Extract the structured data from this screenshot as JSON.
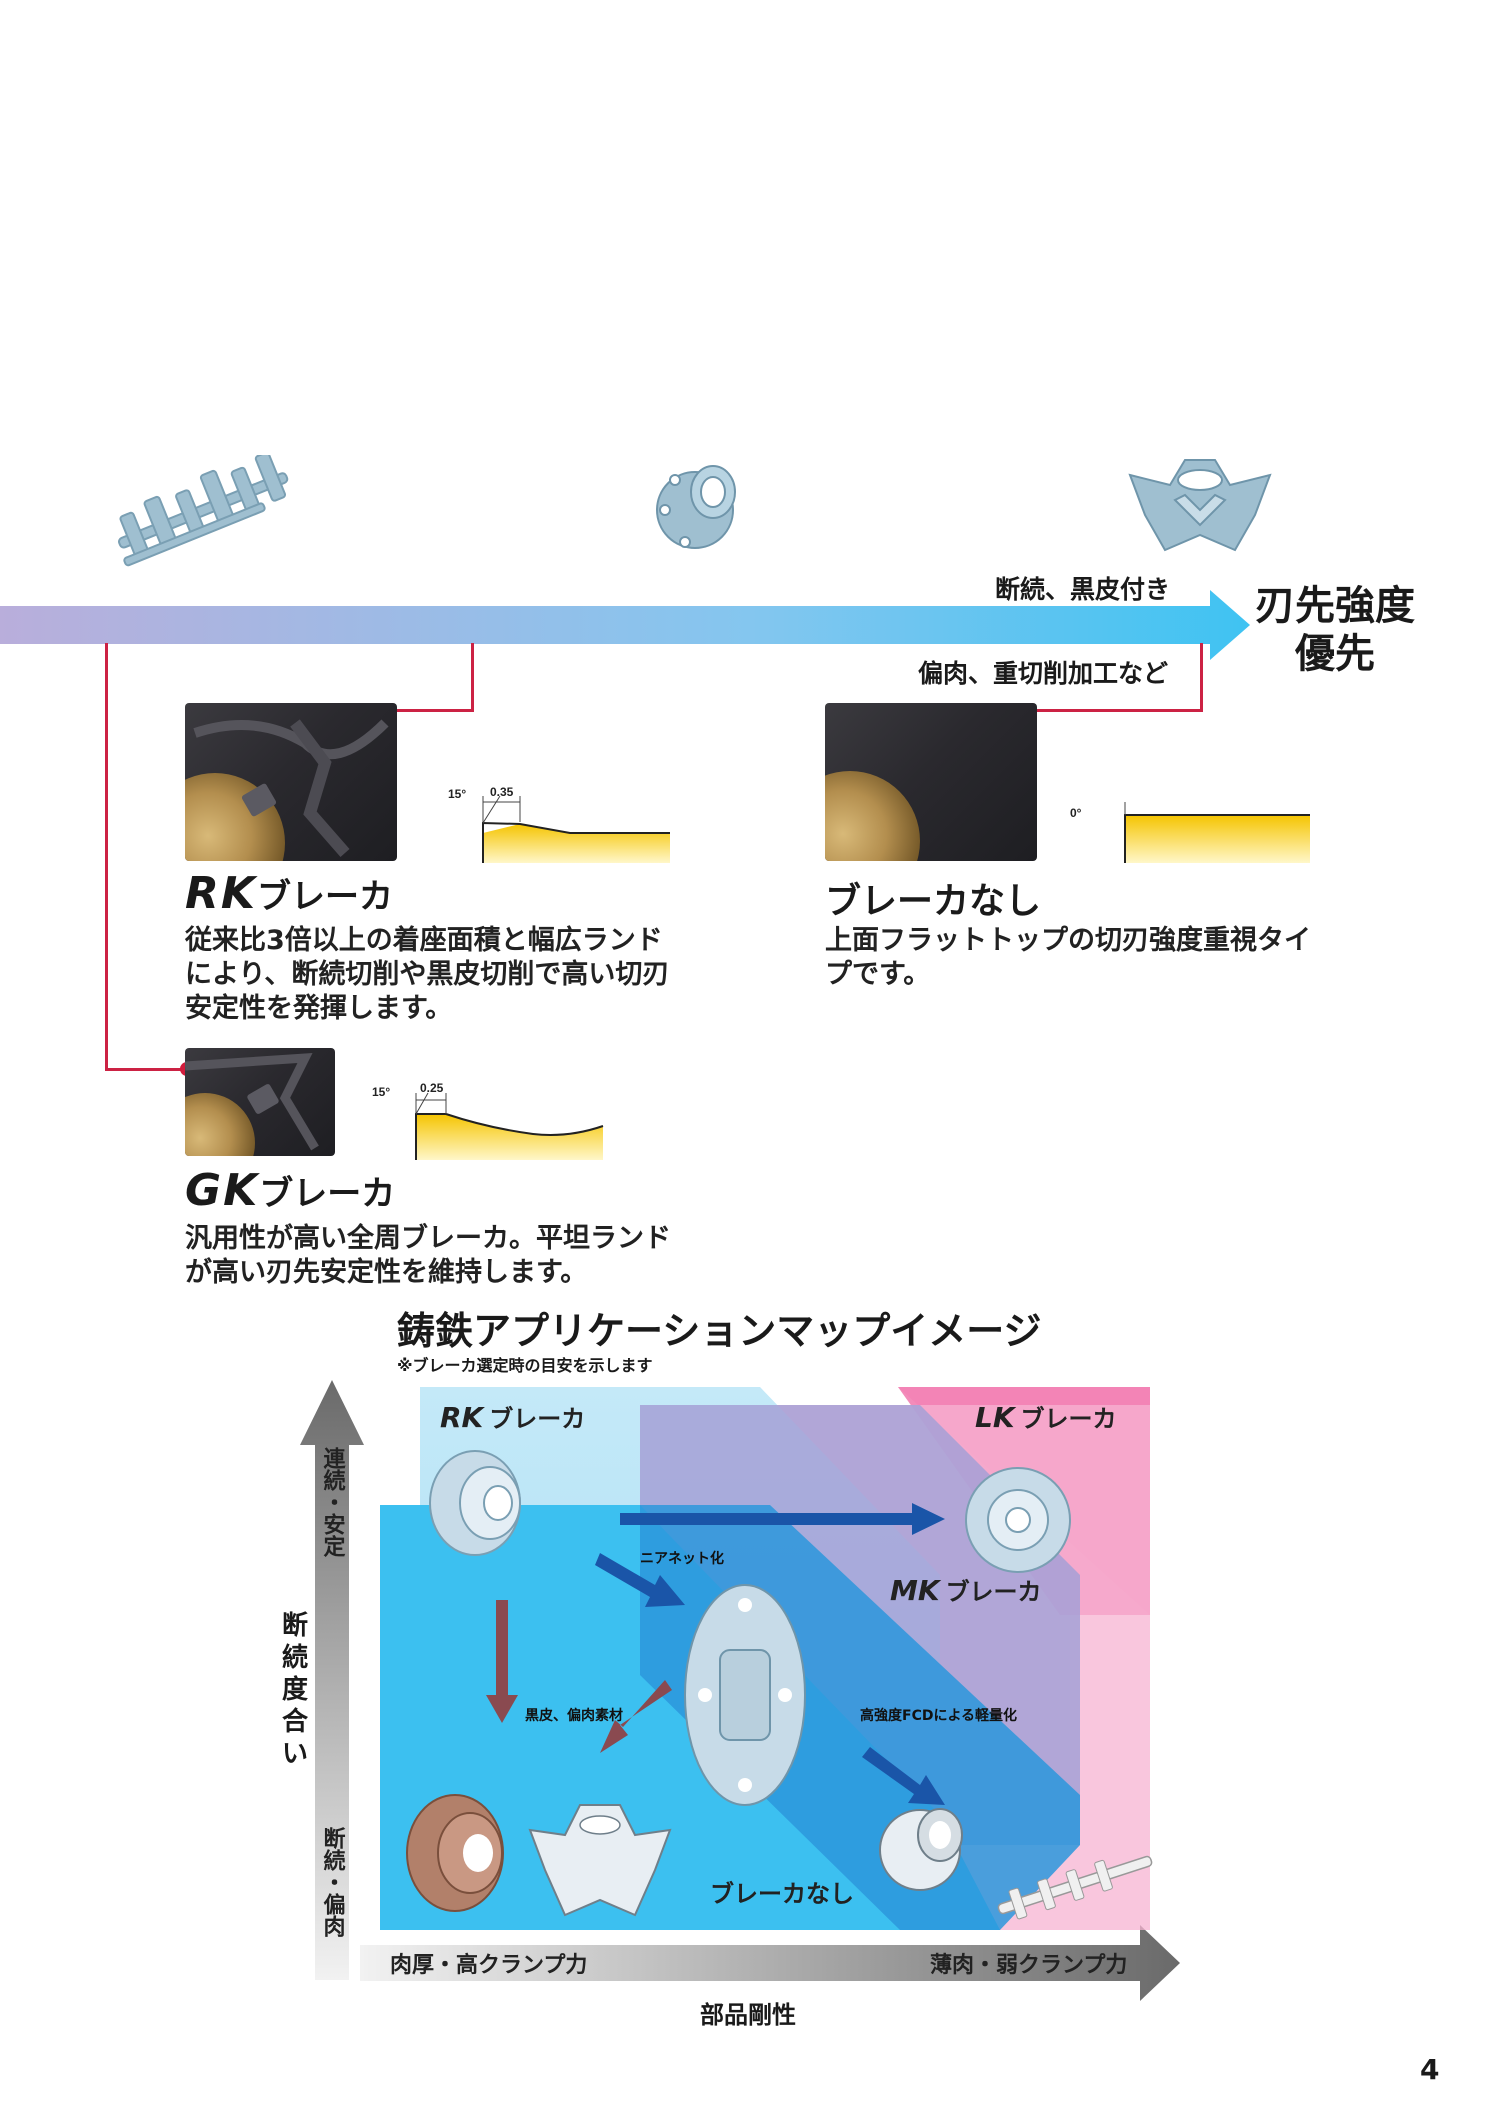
{
  "flow": {
    "right_top_label": "断続、黒皮付き",
    "right_bottom_label": "偏肉、重切削加工など",
    "end_label_line1": "刃先強度",
    "end_label_line2": "優先"
  },
  "breakers": {
    "rk": {
      "title_letters": "RK",
      "title_suffix": "ブレーカ",
      "desc_lines": [
        "従来比3倍以上の着座面積と幅広ランド",
        "により、断続切削や黒皮切削で高い切刃",
        "安定性を発揮します。"
      ],
      "profile_angle": "15°",
      "profile_land": "0.35"
    },
    "gk": {
      "title_letters": "GK",
      "title_suffix": "ブレーカ",
      "desc_lines": [
        "汎用性が高い全周ブレーカ。平坦ランド",
        "が高い刃先安定性を維持します。"
      ],
      "profile_angle": "15°",
      "profile_land": "0.25"
    },
    "none": {
      "title": "ブレーカなし",
      "desc_lines": [
        "上面フラットトップの切刃強度重視タイ",
        "プです。"
      ],
      "profile_angle": "0°"
    }
  },
  "map": {
    "title": "鋳鉄アプリケーションマップイメージ",
    "note": "※ブレーカ選定時の目安を示します",
    "y_axis_label": "断続度合い",
    "y_axis_top": "連続・安定",
    "y_axis_bottom": "断続・偏肉",
    "x_axis_label": "部品剛性",
    "x_axis_left": "肉厚・高クランプ力",
    "x_axis_right": "薄肉・弱クランプ力",
    "regions": {
      "rk": {
        "letters": "RK",
        "suffix": "ブレーカ"
      },
      "lk": {
        "letters": "LK",
        "suffix": "ブレーカ"
      },
      "mk": {
        "letters": "MK",
        "suffix": "ブレーカ"
      },
      "none": "ブレーカなし"
    },
    "arrows": {
      "near_net": "ニアネット化",
      "black_skin": "黒皮、偏肉素材",
      "high_fcd": "高強度FCDによる軽量化"
    }
  },
  "colors": {
    "accent_red": "#d21c3c",
    "rk_blue": "#3cc0f0",
    "lk_pink": "#f080b0",
    "mk_purple": "#a09ed0",
    "insert_yellow": "#f5c400"
  },
  "page_number": "4"
}
